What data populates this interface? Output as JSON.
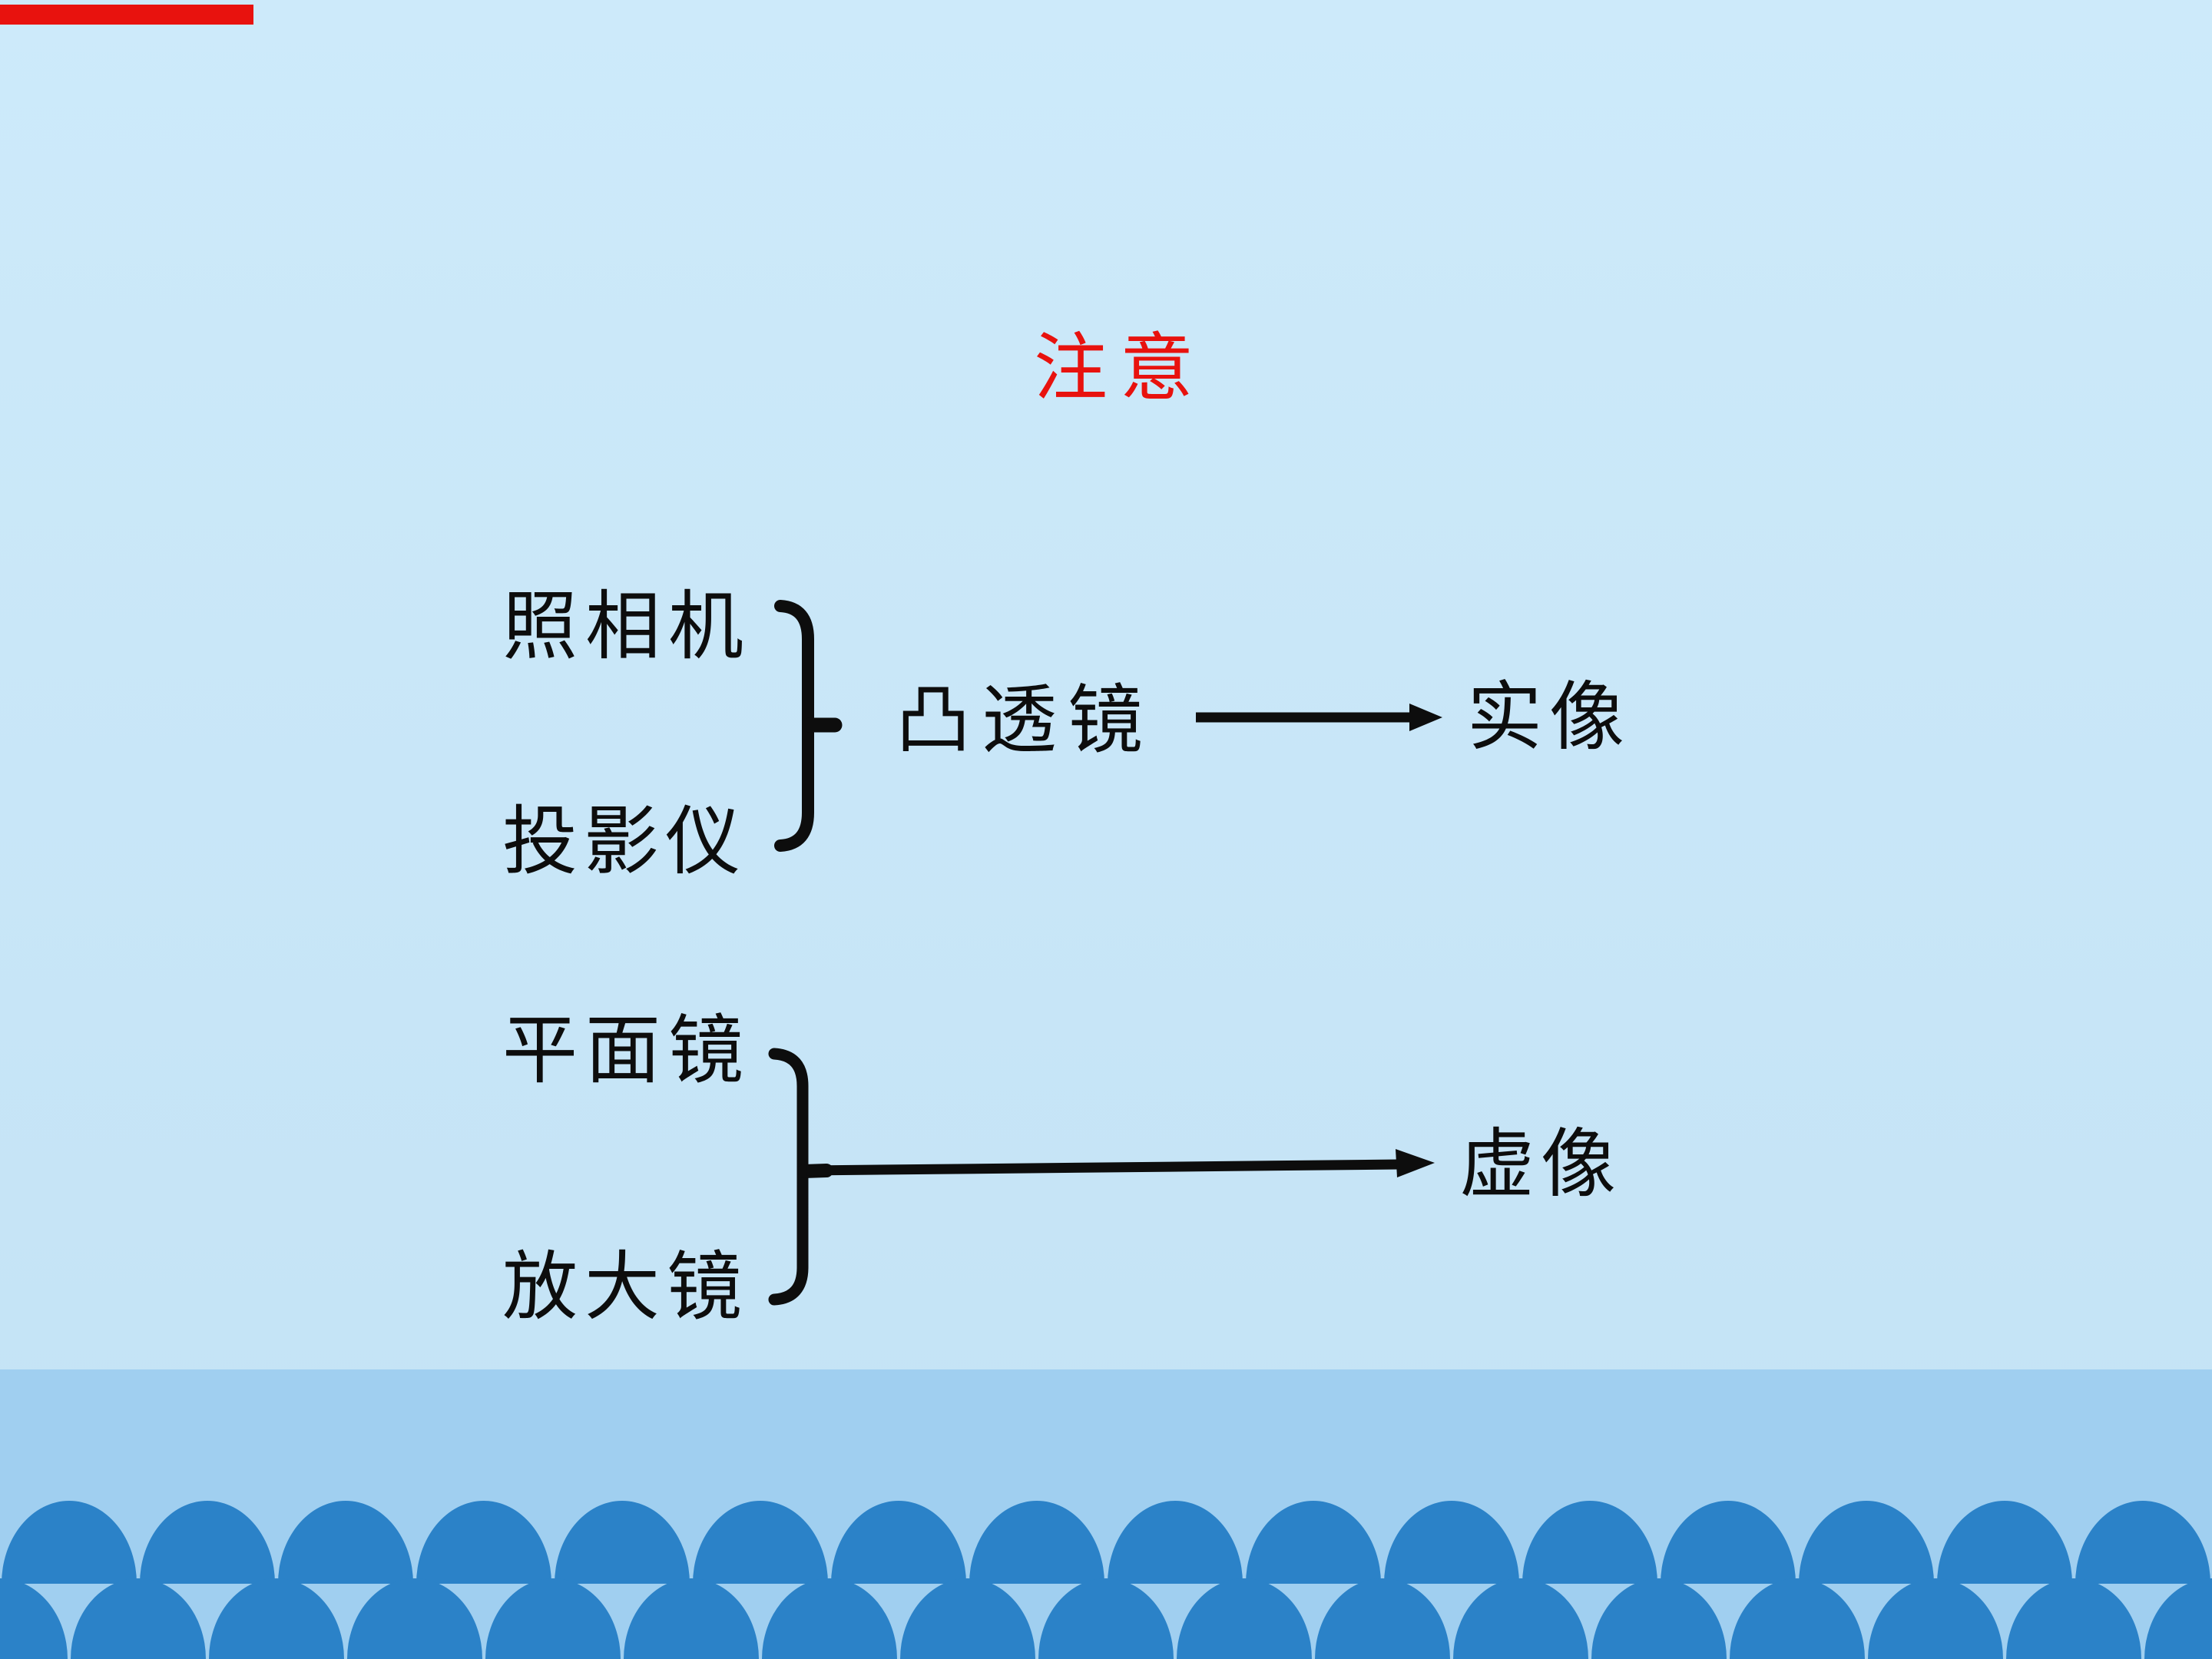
{
  "slide": {
    "title": "注意",
    "diagram1": {
      "sources": [
        "照相机",
        "投影仪"
      ],
      "lens": "凸透镜",
      "result": "实像"
    },
    "diagram2": {
      "sources": [
        "平面镜",
        "放大镜"
      ],
      "result": "虚像"
    },
    "colors": {
      "title_red": "#e8120e",
      "ink": "#0d0d0d",
      "background_top": "#cdeafa",
      "background_bottom": "#c3e2f5",
      "wave_band": "#a0cff0",
      "wave_dome": "#2b82c8",
      "top_left_mark": "#e8120e"
    }
  }
}
